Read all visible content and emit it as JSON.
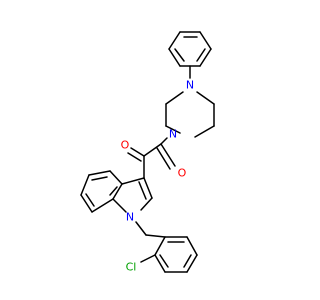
{
  "molecule": {
    "colors": {
      "bond": "#000000",
      "N": "#0000ff",
      "O": "#ff0000",
      "Cl": "#00a000",
      "background": "#ffffff"
    },
    "atoms": [
      {
        "id": "N_pip_top",
        "element": "N",
        "label": "N"
      },
      {
        "id": "N_pip_bottom",
        "element": "N",
        "label": "N"
      },
      {
        "id": "O_ketone",
        "element": "O",
        "label": "O"
      },
      {
        "id": "O_amide",
        "element": "O",
        "label": "O"
      },
      {
        "id": "N_indole",
        "element": "N",
        "label": "N"
      },
      {
        "id": "Cl",
        "element": "Cl",
        "label": "Cl"
      }
    ]
  }
}
